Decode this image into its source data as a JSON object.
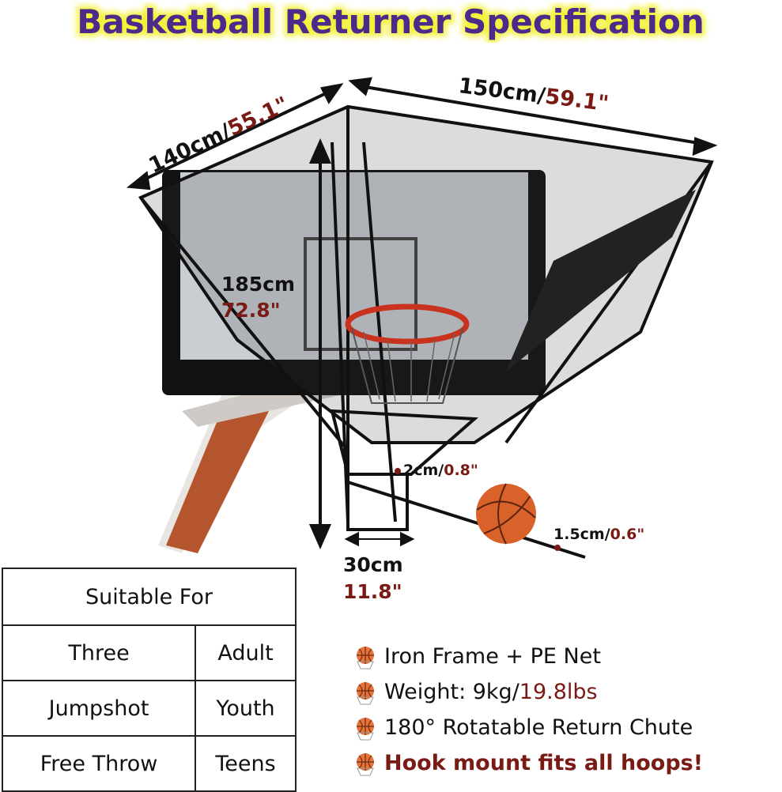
{
  "title": "Basketball Returner Specification",
  "dimensions": {
    "width": {
      "metric": "150cm/",
      "imperial": "59.1\""
    },
    "depth": {
      "metric": "140cm/",
      "imperial": "55.1\""
    },
    "height": {
      "metric": "185cm",
      "imperial": "72.8\""
    },
    "bar": {
      "metric": "2cm/",
      "imperial": "0.8\""
    },
    "rod": {
      "metric": "1.5cm/",
      "imperial": "0.6\""
    },
    "chute": {
      "metric": "30cm",
      "imperial": "11.8\""
    }
  },
  "suitable_table": {
    "header": "Suitable For",
    "rows": [
      [
        "Three",
        "Adult"
      ],
      [
        "Jumpshot",
        "Youth"
      ],
      [
        "Free Throw",
        "Teens"
      ]
    ]
  },
  "features": [
    {
      "text": "Iron Frame + PE Net",
      "highlight": ""
    },
    {
      "text": "Weight: 9kg/",
      "highlight": "19.8lbs"
    },
    {
      "text": "180° Rotatable Return Chute",
      "highlight": ""
    },
    {
      "text": "Hook mount fits all hoops!",
      "highlight": ""
    }
  ],
  "colors": {
    "title_fill": "#4b2a8c",
    "title_glow": "#f3f23a",
    "accent_red": "#7a1a14",
    "ball": "#d9622b"
  },
  "icons": [
    "basketball-icon"
  ]
}
